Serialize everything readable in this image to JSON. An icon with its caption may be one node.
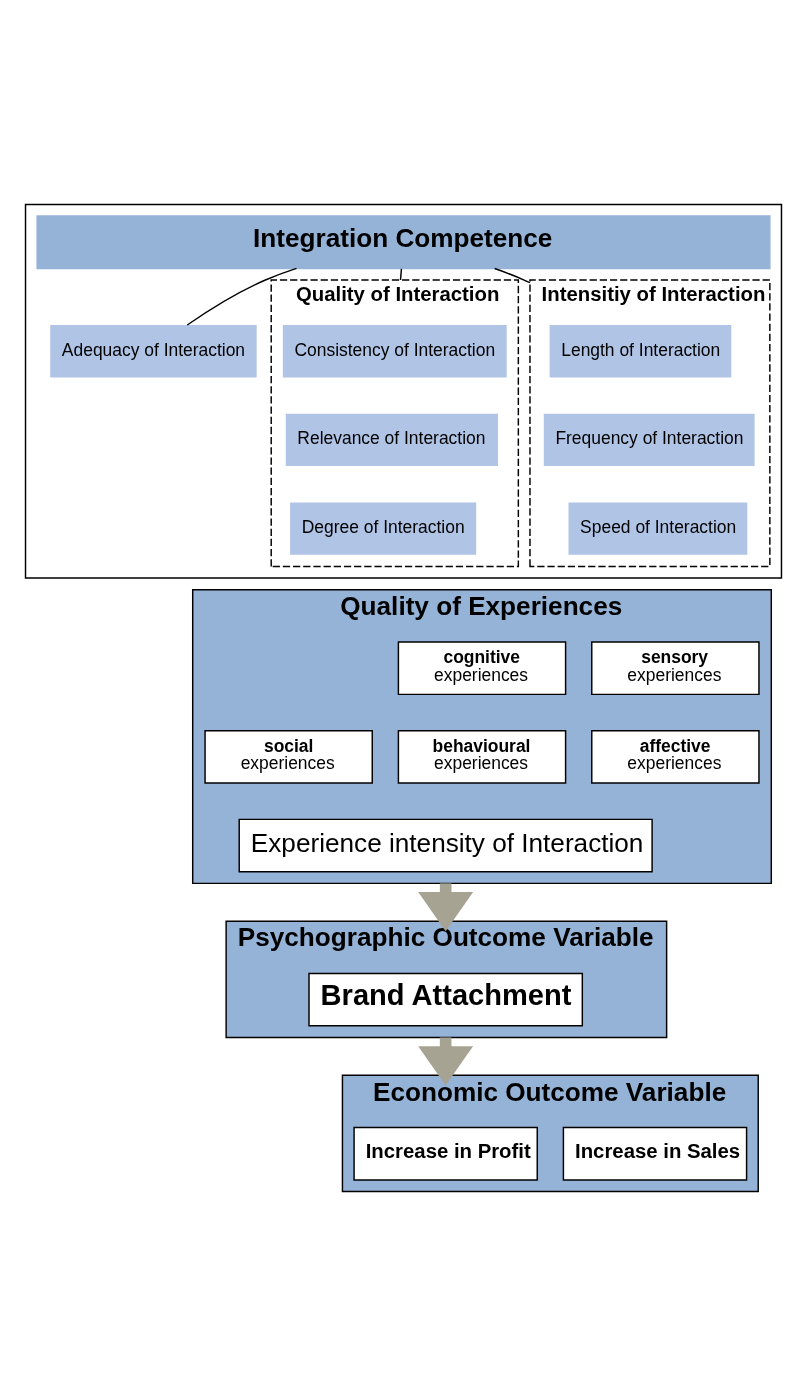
{
  "diagram": {
    "nodes": [
      {
        "text": [
          "Integration Competence"
        ]
      },
      {
        "text": [
          "Adequacy of Interaction"
        ],
        "in": 0
      },
      {
        "text": [
          "Quality of Interaction"
        ],
        "in": 0
      },
      {
        "text": [
          "Consistency of Interaction"
        ],
        "in": 2
      },
      {
        "text": [
          "Relevance of Interaction"
        ],
        "in": 2
      },
      {
        "text": [
          "Degree of Interaction"
        ],
        "in": 2
      },
      {
        "text": [
          "Intensitiy of Interaction"
        ],
        "in": 0
      },
      {
        "text": [
          "Length of Interaction"
        ],
        "in": 6
      },
      {
        "text": [
          "Frequency of Interaction"
        ],
        "in": 6
      },
      {
        "text": [
          "Speed of Interaction"
        ],
        "in": 6
      },
      {
        "text": [
          "Quality of Experiences"
        ]
      },
      {
        "text": [
          "social",
          "experiences"
        ],
        "in": 10
      },
      {
        "text": [
          "cognitive",
          "experiences"
        ],
        "in": 10
      },
      {
        "text": [
          "sensory",
          "experiences"
        ],
        "in": 10
      },
      {
        "text": [
          "behavioural",
          "experiences"
        ],
        "in": 10
      },
      {
        "text": [
          "affective",
          "experiences"
        ],
        "in": 10
      },
      {
        "text": [
          "Experience intensity of Interaction"
        ],
        "in": 10
      },
      {
        "text": [
          "Psychographic Outcome Variable"
        ]
      },
      {
        "text": [
          "Brand Attachment"
        ],
        "in": 17
      },
      {
        "text": [
          "Economic Outcome Variable"
        ]
      },
      {
        "text": [
          "Increase in Profit"
        ],
        "in": 19
      },
      {
        "text": [
          "Increase in Sales"
        ],
        "in": 19
      }
    ],
    "edges": [
      {
        "from": 0,
        "to": 1,
        "arrow": "none"
      },
      {
        "from": 0,
        "to": 2,
        "arrow": "none"
      },
      {
        "from": 0,
        "to": 6,
        "arrow": "none"
      },
      {
        "from": 10,
        "to": 17,
        "arrow": "to",
        "style": "thick",
        "color": "#a6a393"
      },
      {
        "from": 17,
        "to": 19,
        "arrow": "to",
        "style": "thick",
        "color": "#a6a393"
      }
    ]
  }
}
